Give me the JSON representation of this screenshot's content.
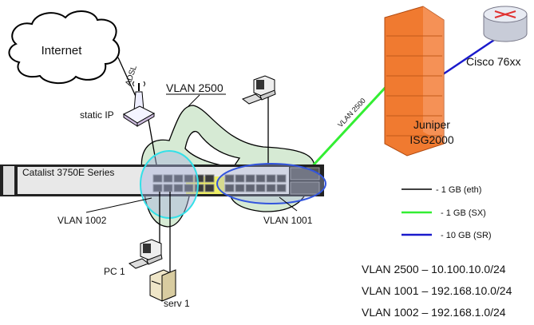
{
  "nodes": {
    "internet": "Internet",
    "adsl": "ADSL",
    "static_ip": "static IP",
    "switch": "Catalist 3750E Series",
    "firewall_line1": "Juniper",
    "firewall_line2": "ISG2000",
    "cisco": "Cisco 76xx",
    "pc1": "PC 1",
    "serv1": "serv 1"
  },
  "vlans": {
    "vlan2500": "VLAN 2500",
    "vlan1002": "VLAN 1002",
    "vlan1001": "VLAN 1001",
    "link_label": "VLAN 2500"
  },
  "legend": [
    {
      "label": "- 1 GB (eth)",
      "color": "#000000"
    },
    {
      "label": "- 1 GB (SX)",
      "color": "#33ee33"
    },
    {
      "label": "- 10 GB (SR)",
      "color": "#1a1acc"
    }
  ],
  "subnets": [
    "VLAN 2500 – 10.100.10.0/24",
    "VLAN 1001 – 192.168.10.0/24",
    "VLAN 1002 – 192.168.1.0/24"
  ]
}
